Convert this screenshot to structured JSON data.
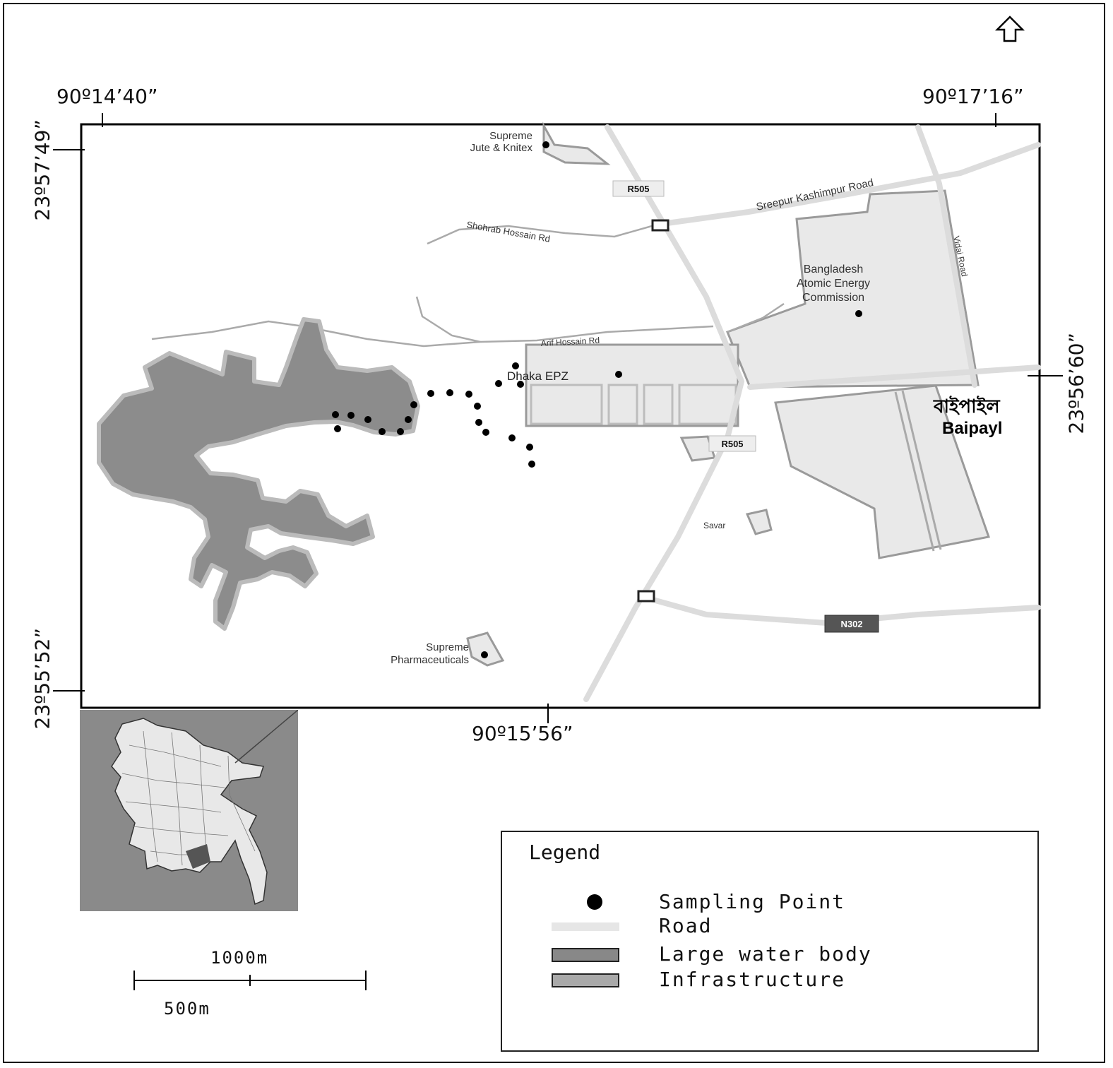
{
  "coords": {
    "top_left": "90º14’40”",
    "top_right": "90º17’16”",
    "bottom_center": "90º15’56”",
    "left_top": "23º57’49”",
    "left_bottom": "23º55’52”",
    "right_mid": "23º56’60”"
  },
  "places": {
    "supreme_jute": "Supreme\nJute & Knitex",
    "shohrab_rd": "Shohrab Hossain Rd",
    "sreepur_road": "Sreepur Kashimpur Road",
    "vidai_road": "Vidai Road",
    "baec": "Bangladesh\nAtomic Energy\nCommission",
    "arif_rd": "Arif Hossain Rd",
    "dhaka_epz": "Dhaka EPZ",
    "baipayl_bn": "বাইপাইল",
    "baipayl": "Baipayl",
    "r505_top": "R505",
    "r505_mid": "R505",
    "n302": "N302",
    "savar": "Savar",
    "supreme_pharma": "Supreme\nPharmaceuticals"
  },
  "legend": {
    "title": "Legend",
    "items": [
      {
        "label": "Sampling Point",
        "swatch": "dot"
      },
      {
        "label": "Road",
        "swatch": "road"
      },
      {
        "label": "Large water body",
        "swatch": "water"
      },
      {
        "label": "Infrastructure",
        "swatch": "infra"
      }
    ]
  },
  "scale": {
    "long": "1000m",
    "short": "500m"
  },
  "colors": {
    "water": "#8c8c8c",
    "infra": "#e6e6e6",
    "road": "#d9d9d9",
    "point": "#000000"
  },
  "icons": {
    "north": "north-arrow-icon"
  }
}
